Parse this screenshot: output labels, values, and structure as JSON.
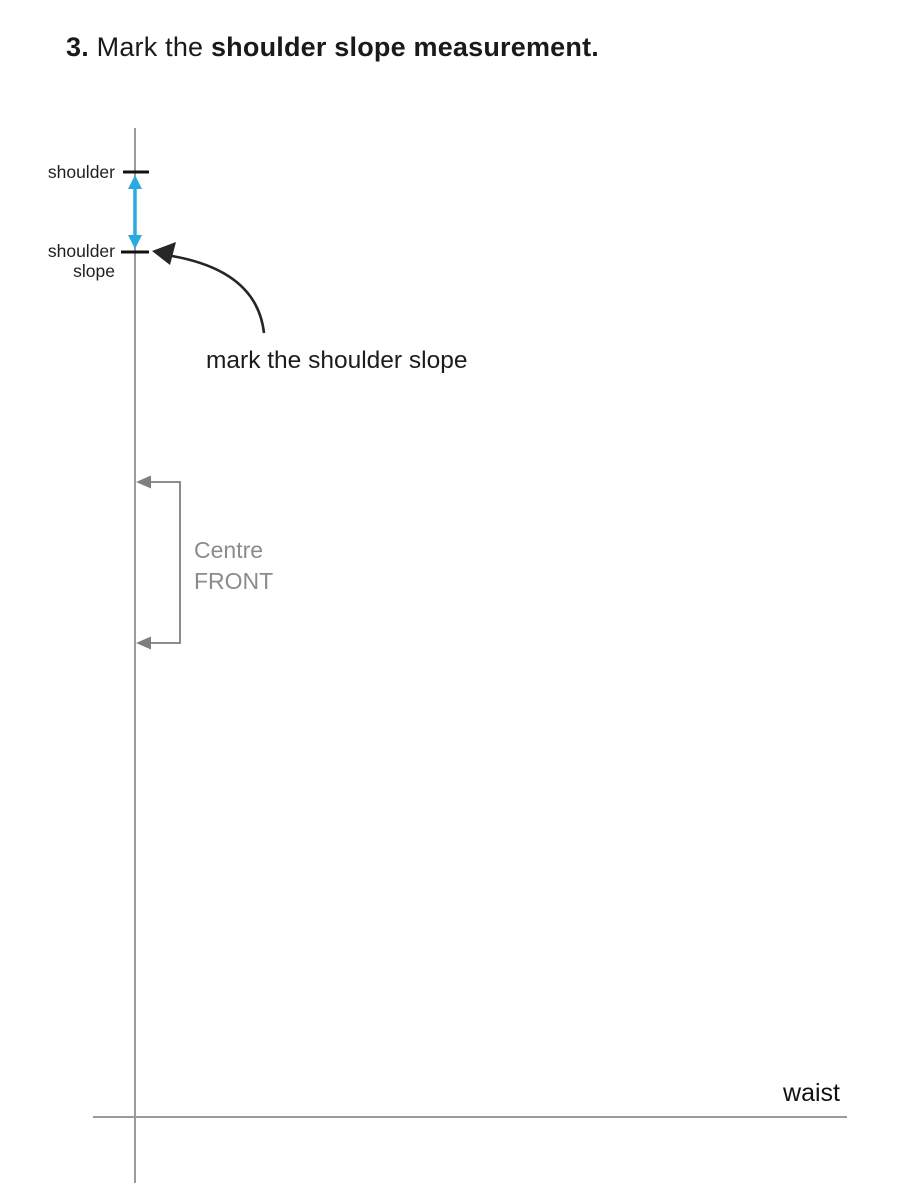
{
  "title": {
    "number": "3.",
    "regular": "Mark the",
    "bold": "shoulder slope measurement."
  },
  "diagram": {
    "labels": {
      "shoulder": "shoulder",
      "shoulder_slope": "shoulder\nslope",
      "annotation": "mark the shoulder slope",
      "centre_front": "Centre\nFRONT",
      "waist": "waist"
    },
    "colors": {
      "guide_line": "#9b9b9b",
      "tick_mark": "#111111",
      "measurement_arrow": "#29abe2",
      "pointer_arrow": "#262626",
      "bracket": "#7f7f7f",
      "centre_front_text": "#8c8c8c"
    }
  }
}
